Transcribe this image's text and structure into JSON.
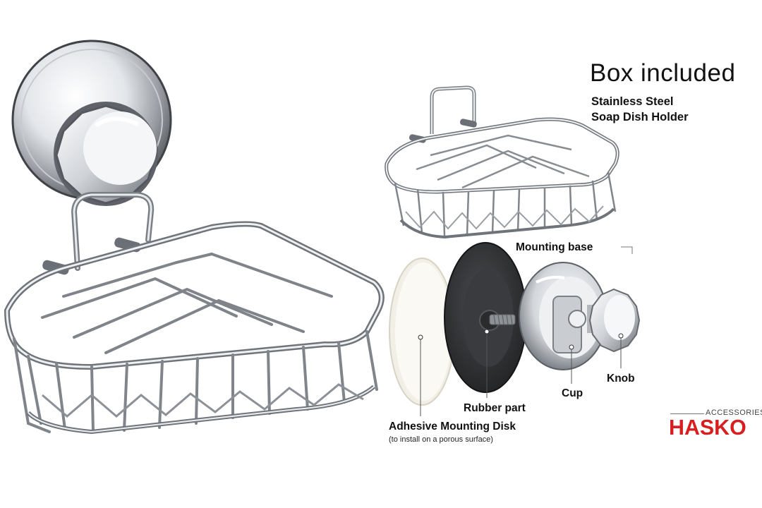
{
  "header": {
    "title": "Box included",
    "subtitle_line1": "Stainless Steel",
    "subtitle_line2": "Soap Dish Holder"
  },
  "parts": {
    "group_label": "Mounting base",
    "rubber": "Rubber part",
    "adhesive": "Adhesive Mounting Disk",
    "adhesive_note": "(to install on a porous surface)",
    "cup": "Cup",
    "knob": "Knob"
  },
  "brand": {
    "tagline": "ACCESSORIES",
    "name": "HASKO",
    "color": "#d81e1e"
  },
  "colors": {
    "chrome_dark": "#5a5e63",
    "chrome_light": "#e9ecef",
    "rubber": "#2e2f31",
    "adhesive": "#f7f4ec"
  }
}
